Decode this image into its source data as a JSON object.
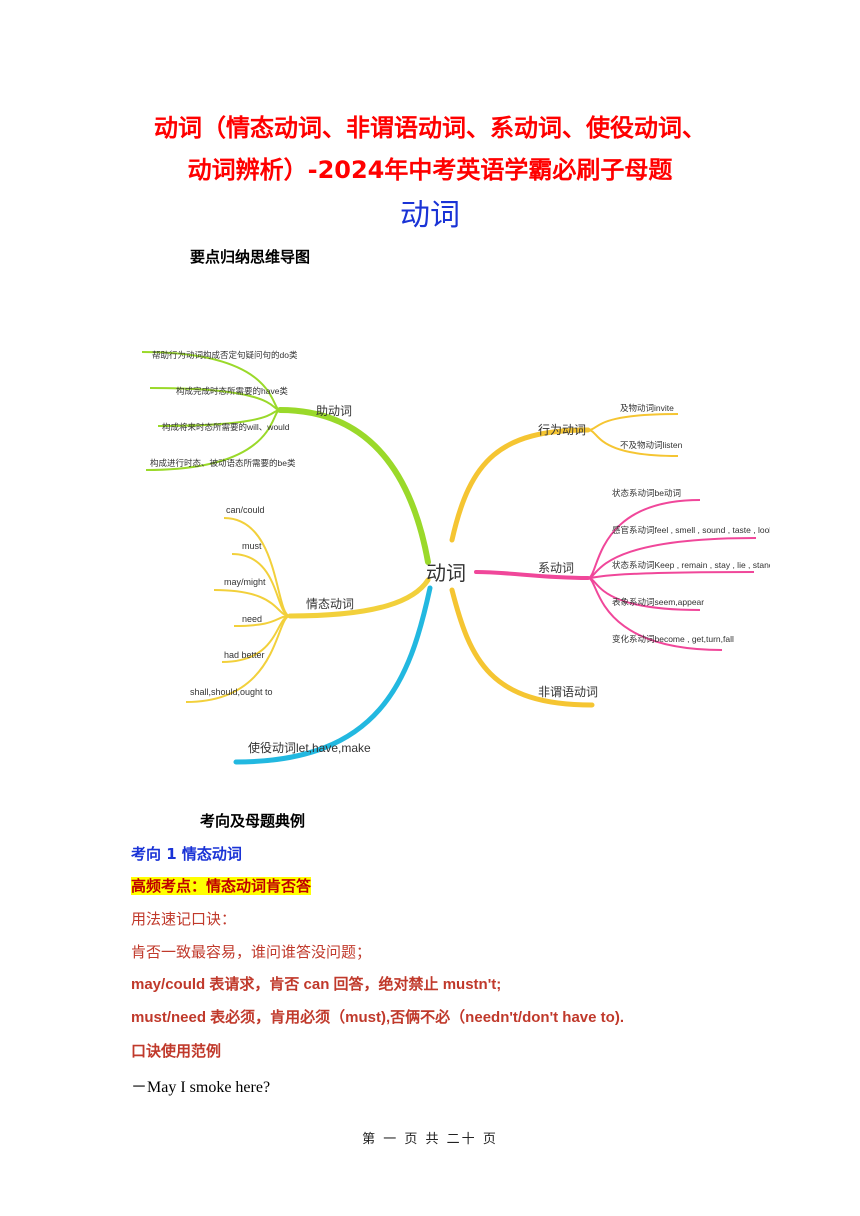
{
  "doc": {
    "title_line1": "动词（情态动词、非谓语动词、系动词、使役动词、",
    "title_line2": "动词辨析）-2024年中考英语学霸必刷子母题",
    "subtitle": "动词",
    "section_mindmap": "要点归纳思维导图",
    "section_examples": "考向及母题典例",
    "direction1": "考向 1  情态动词",
    "highlight": "高频考点：情态动词肯否答",
    "mnemonic_label": "用法速记口诀：",
    "mnemonic_line1": "肯否一致最容易，谁问谁答没问题；",
    "mnemonic_line2": "may/could 表请求，肯否 can 回答，绝对禁止 mustn't;",
    "mnemonic_line3": "must/need 表必须，肯用必须（must),否俩不必（needn't/don't have to).",
    "example_label": "口诀使用范例",
    "example_line1": "－May I smoke here?",
    "footer": "第 一 页 共 二十 页"
  },
  "mindmap": {
    "center": "动词",
    "colors": {
      "aux": "#9ad92a",
      "modal": "#f2d03b",
      "causative": "#22b8e0",
      "action": "#f5c532",
      "linking": "#f0479a",
      "nonfinite": "#f5c532"
    },
    "aux": {
      "label": "助动词",
      "items": [
        "帮助行为动词构成否定句疑问句的do类",
        "构成完成时态所需要的have类",
        "构成将来时态所需要的will、would",
        "构成进行时态、被动语态所需要的be类"
      ]
    },
    "modal": {
      "label": "情态动词",
      "items": [
        "can/could",
        "must",
        "may/might",
        "need",
        "had better",
        "shall,should,ought to"
      ]
    },
    "causative": {
      "label": "使役动词let,have,make"
    },
    "action": {
      "label": "行为动词",
      "items": [
        "及物动词invite",
        "不及物动词listen"
      ]
    },
    "linking": {
      "label": "系动词",
      "items": [
        "状态系动词be动词",
        "感官系动词feel , smell , sound , taste , look",
        "状态系动词Keep , remain , stay , lie , stand",
        "表象系动词seem,appear",
        "变化系动词become , get,turn,fall"
      ]
    },
    "nonfinite": {
      "label": "非谓语动词"
    }
  }
}
